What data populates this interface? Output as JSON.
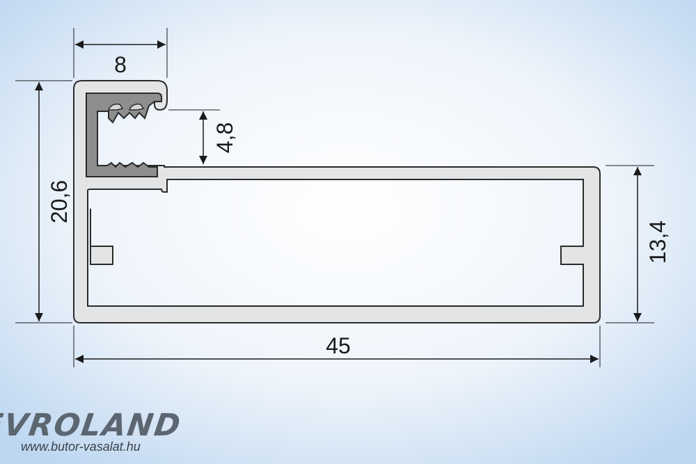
{
  "drawing": {
    "dimensions": {
      "width_top": "8",
      "total_height": "20,6",
      "slot_height": "4,8",
      "right_height": "13,4",
      "total_length": "45"
    }
  },
  "brand": {
    "logo": "SEVROLAND",
    "url": "www.butor-vasalat.hu"
  },
  "colors": {
    "profile_fill": "#e2e4e6",
    "profile_stroke": "#2a2a2a",
    "insert_fill": "#8e8e8e",
    "dimension_line": "#1a1a1a"
  }
}
